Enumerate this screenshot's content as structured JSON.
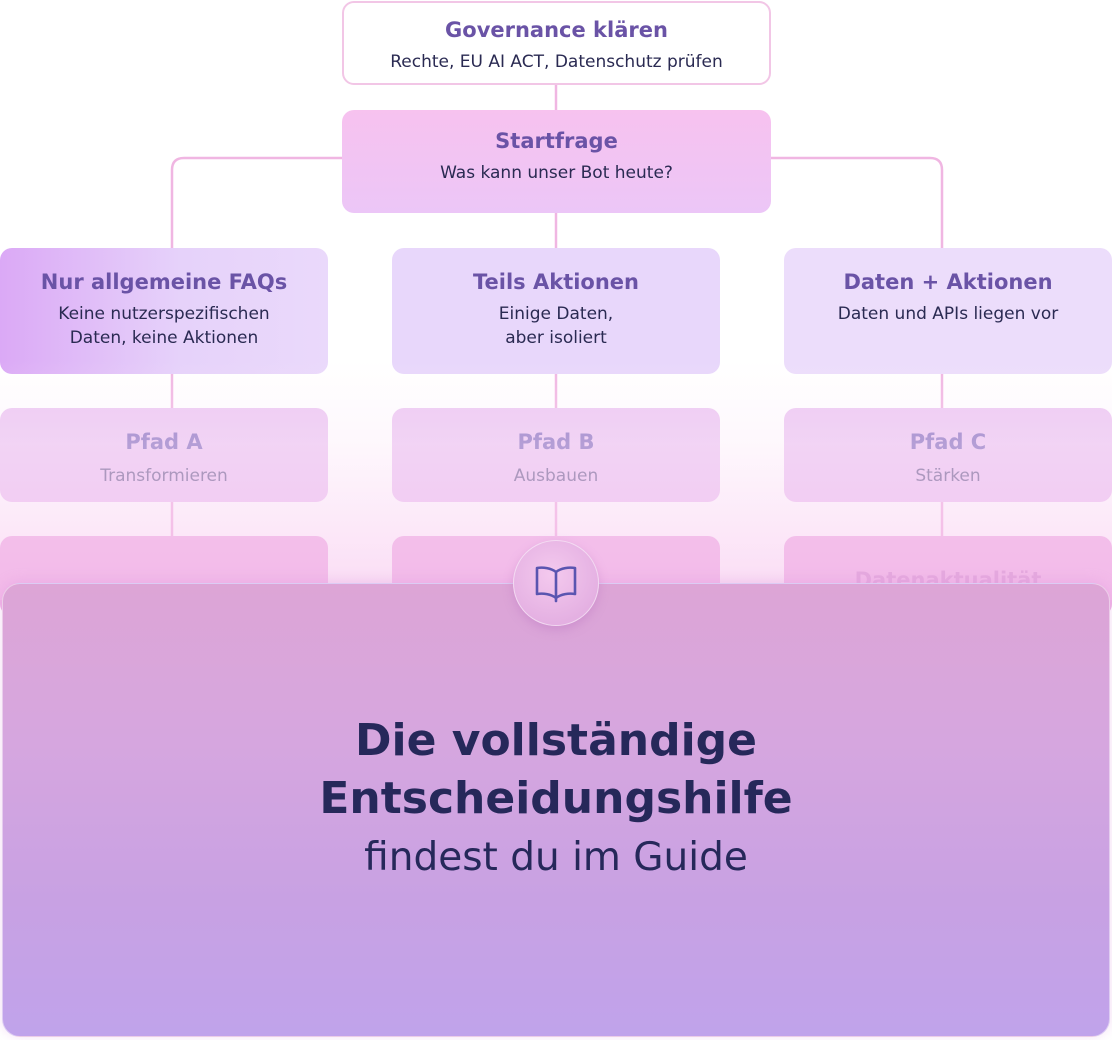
{
  "colors": {
    "connector": "#f0b6e2",
    "title": "#6a53a6",
    "body_text": "#2a2a52",
    "overlay_text": "#26285a",
    "icon": "#5a55b0"
  },
  "governance": {
    "title": "Governance klären",
    "subtitle": "Rechte, EU AI ACT, Datenschutz prüfen"
  },
  "start": {
    "title": "Startfrage",
    "subtitle": "Was kann unser Bot heute?"
  },
  "branches": [
    {
      "title": "Nur allgemeine FAQs",
      "subtitle_line1": "Keine nutzerspezifischen",
      "subtitle_line2": "Daten, keine Aktionen"
    },
    {
      "title": "Teils Aktionen",
      "subtitle_line1": "Einige Daten,",
      "subtitle_line2": "aber isoliert"
    },
    {
      "title": "Daten + Aktionen",
      "subtitle_line1": "Daten und APIs liegen vor",
      "subtitle_line2": ""
    }
  ],
  "paths": [
    {
      "title": "Pfad A",
      "subtitle": "Transformieren"
    },
    {
      "title": "Pfad B",
      "subtitle": "Ausbauen"
    },
    {
      "title": "Pfad C",
      "subtitle": "Stärken"
    }
  ],
  "next_partial": [
    {
      "title": ""
    },
    {
      "title": ""
    },
    {
      "title": "Datenaktualität"
    }
  ],
  "overlay": {
    "icon": "book-open-icon",
    "line1": "Die vollständige",
    "line2": "Entscheidungshilfe",
    "line3": "findest du im Guide"
  }
}
